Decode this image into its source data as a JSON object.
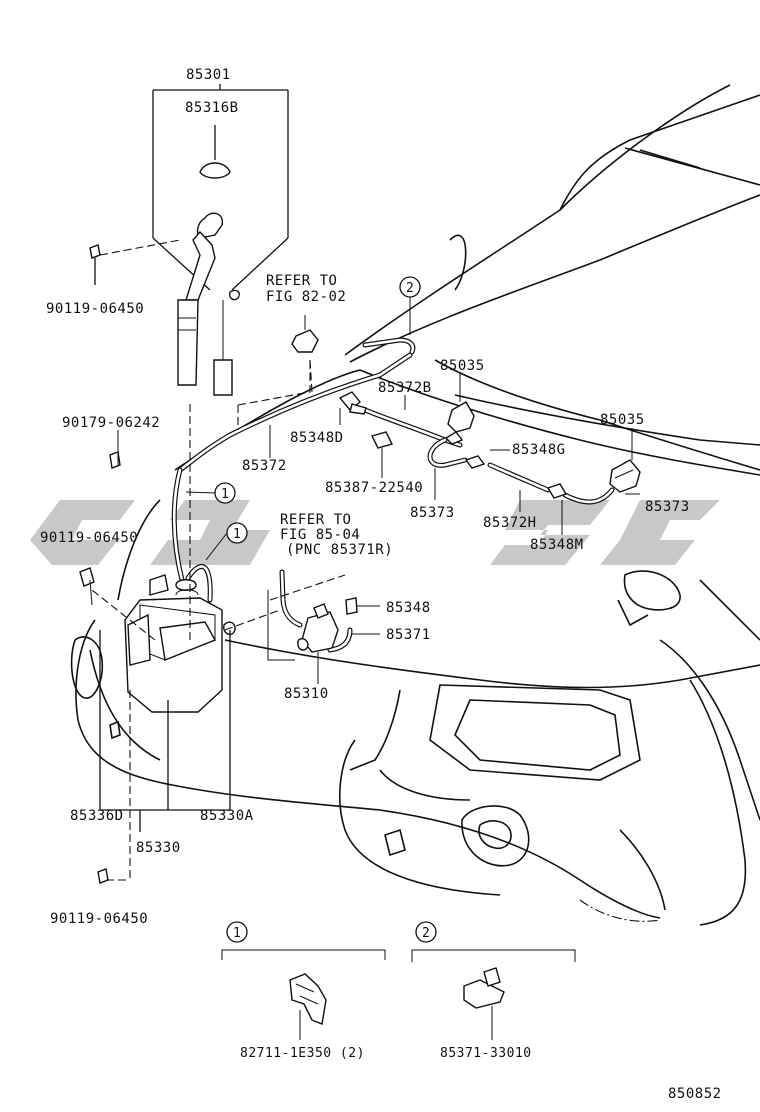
{
  "diagram": {
    "figure_id": "850852",
    "refer_notes": [
      {
        "lines": [
          "REFER TO",
          "FIG 82-02"
        ]
      },
      {
        "lines": [
          "REFER TO",
          "FIG 85-04",
          "(PNC 85371R)"
        ]
      }
    ],
    "part_labels": {
      "p85301": "85301",
      "p85316B": "85316B",
      "p90119_top": "90119-06450",
      "p90179": "90179-06242",
      "p90119_mid": "90119-06450",
      "p85372": "85372",
      "p85348D": "85348D",
      "p85372B": "85372B",
      "p85035_a": "85035",
      "p85035_b": "85035",
      "p85348G": "85348G",
      "p85387": "85387-22540",
      "p85373_a": "85373",
      "p85372H": "85372H",
      "p85373_b": "85373",
      "p85348M": "85348M",
      "p85348": "85348",
      "p85371": "85371",
      "p85310": "85310",
      "p85336D": "85336D",
      "p85330A": "85330A",
      "p85330": "85330",
      "p90119_bottom": "90119-06450",
      "p82711": "82711-1E350 (2)",
      "p85371_33010": "85371-33010"
    },
    "callouts": {
      "c1": "1",
      "c2": "2"
    },
    "detail_boxes": [
      {
        "number": "1",
        "part": "82711-1E350 (2)"
      },
      {
        "number": "2",
        "part": "85371-33010"
      }
    ]
  }
}
